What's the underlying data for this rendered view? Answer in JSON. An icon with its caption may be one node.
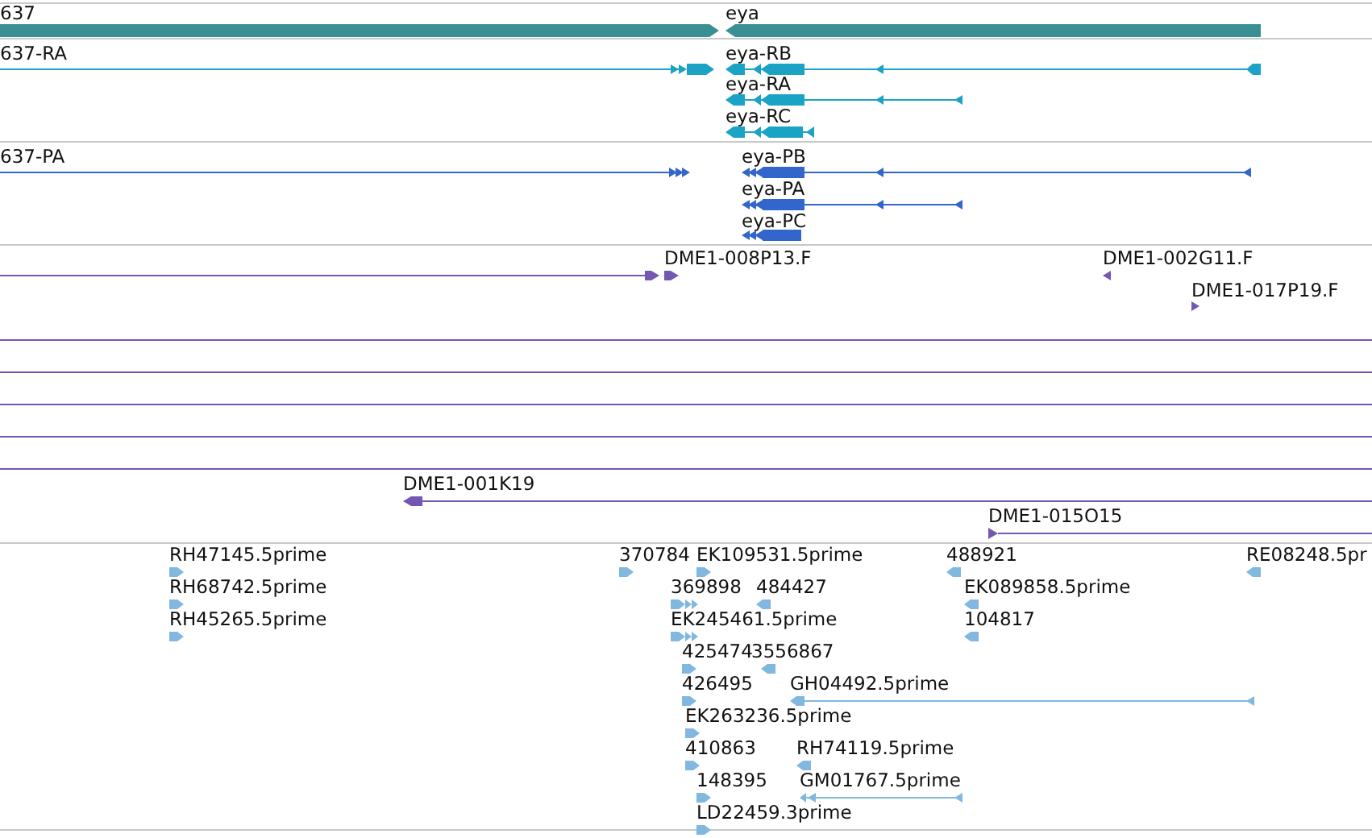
{
  "diagram": {
    "labels": [
      "637",
      "eya",
      "637-RA",
      "eya-RB",
      "eya-RA",
      "eya-RC",
      "637-PA",
      "eya-PB",
      "eya-PA",
      "eya-PC",
      "DME1-008P13.F",
      "DME1-002G11.F",
      "DME1-017P19.F",
      "DME1-001K19",
      "DME1-015O15",
      "RH47145.5prime",
      "370784",
      "EK109531.5prime",
      "488921",
      "RE08248.5pr",
      "RH68742.5prime",
      "369898",
      "484427",
      "EK089858.5prime",
      "RH45265.5prime",
      "EK245461.5prime",
      "104817",
      "425474",
      "3556867",
      "426495",
      "GH04492.5prime",
      "EK263236.5prime",
      "410863",
      "RH74119.5prime",
      "148395",
      "GM01767.5prime",
      "LD22459.3prime"
    ]
  }
}
